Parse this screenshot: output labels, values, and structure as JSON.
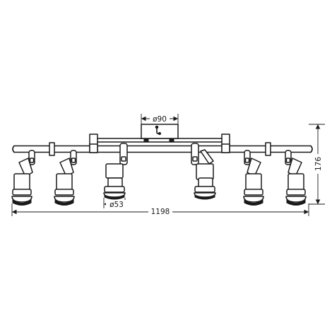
{
  "dimensions": {
    "canopy_diameter": "ø90",
    "spot_diameter": "ø53",
    "total_length": "1198",
    "total_height": "176"
  },
  "colors": {
    "line": "#1a1a1a",
    "background": "#ffffff"
  }
}
